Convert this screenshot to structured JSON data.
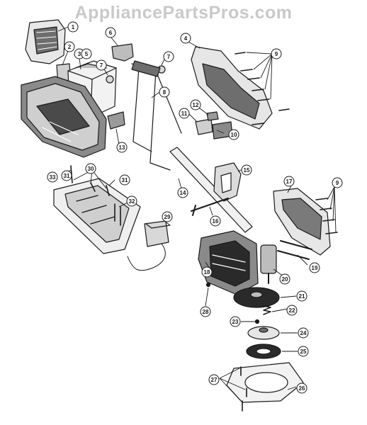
{
  "watermark": "AppliancePartsPros.com",
  "colors": {
    "ink": "#1a1a1a",
    "shade": "#6e6e6e",
    "light": "#bdbdbd",
    "paper": "#ffffff",
    "watermark": "#c9c9c9"
  },
  "callouts": [
    {
      "id": "1",
      "label": "1",
      "part": "battery-cover"
    },
    {
      "id": "2",
      "label": "2",
      "part": "label-plate"
    },
    {
      "id": "3",
      "label": "3",
      "part": "battery-housing"
    },
    {
      "id": "4",
      "label": "4",
      "part": "handle-half-left"
    },
    {
      "id": "5",
      "label": "5",
      "part": "battery-pack"
    },
    {
      "id": "6",
      "label": "6",
      "part": "switch-clip"
    },
    {
      "id": "7a",
      "label": "7",
      "part": "knob"
    },
    {
      "id": "7b",
      "label": "7",
      "part": "knob"
    },
    {
      "id": "8",
      "label": "8",
      "part": "wire-handle-frame"
    },
    {
      "id": "9a",
      "label": "9",
      "part": "screws-upper"
    },
    {
      "id": "9b",
      "label": "9",
      "part": "screws-right"
    },
    {
      "id": "10",
      "label": "10",
      "part": "clamp-block"
    },
    {
      "id": "11",
      "label": "11",
      "part": "clamp-half"
    },
    {
      "id": "12",
      "label": "12",
      "part": "switch"
    },
    {
      "id": "13",
      "label": "13",
      "part": "bracket"
    },
    {
      "id": "14",
      "label": "14",
      "part": "shaft-tube"
    },
    {
      "id": "15",
      "label": "15",
      "part": "assist-handle"
    },
    {
      "id": "16",
      "label": "16",
      "part": "handle-bolt"
    },
    {
      "id": "17",
      "label": "17",
      "part": "motor-housing-half"
    },
    {
      "id": "18",
      "label": "18",
      "part": "motor-housing"
    },
    {
      "id": "19",
      "label": "19",
      "part": "wire-leads"
    },
    {
      "id": "20",
      "label": "20",
      "part": "motor"
    },
    {
      "id": "21",
      "label": "21",
      "part": "fan"
    },
    {
      "id": "22",
      "label": "22",
      "part": "spring"
    },
    {
      "id": "23",
      "label": "23",
      "part": "retainer"
    },
    {
      "id": "24",
      "label": "24",
      "part": "spool-cap"
    },
    {
      "id": "25",
      "label": "25",
      "part": "spool"
    },
    {
      "id": "26",
      "label": "26",
      "part": "guard"
    },
    {
      "id": "27",
      "label": "27",
      "part": "guard-screws"
    },
    {
      "id": "28",
      "label": "28",
      "part": "screw"
    },
    {
      "id": "29",
      "label": "29",
      "part": "charger"
    },
    {
      "id": "30",
      "label": "30",
      "part": "terminal-clips"
    },
    {
      "id": "31a",
      "label": "31",
      "part": "screw"
    },
    {
      "id": "31b",
      "label": "31",
      "part": "screw"
    },
    {
      "id": "32",
      "label": "32",
      "part": "screws"
    },
    {
      "id": "33",
      "label": "33",
      "part": "screw"
    }
  ]
}
